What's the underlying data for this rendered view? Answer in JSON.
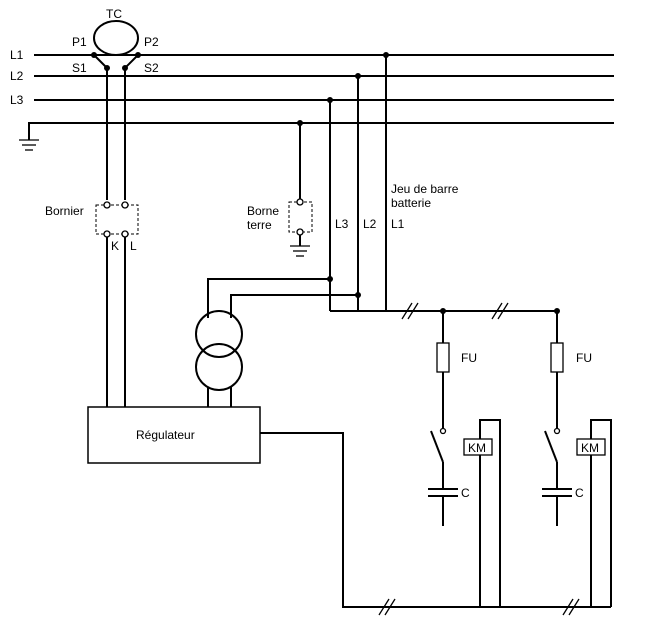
{
  "labels": {
    "tc": "TC",
    "p1": "P1",
    "p2": "P2",
    "s1": "S1",
    "s2": "S2",
    "line_l1": "L1",
    "line_l2": "L2",
    "line_l3": "L3",
    "bornier": "Bornier",
    "k": "K",
    "l": "L",
    "borne_1": "Borne",
    "borne_2": "terre",
    "jeu_1": "Jeu de barre",
    "jeu_2": "batterie",
    "drop_l3": "L3",
    "drop_l2": "L2",
    "drop_l1": "L1",
    "regulateur": "Régulateur",
    "fu_1": "FU",
    "fu_2": "FU",
    "km_1": "KM",
    "km_2": "KM",
    "c_1": "C",
    "c_2": "C"
  }
}
